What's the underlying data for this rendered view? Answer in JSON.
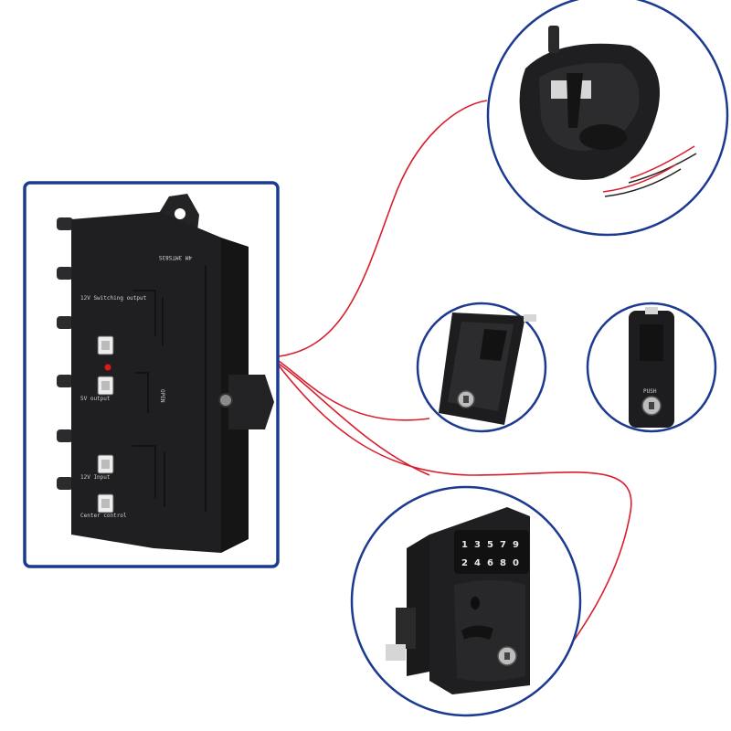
{
  "controller": {
    "labels": {
      "switching_output": "12V Switching output",
      "sensor_output": "5V output",
      "input": "12V Input",
      "control": "Center control",
      "model": "4M 3MTS83S",
      "open": "OPEN",
      "push": "PUSH"
    }
  },
  "keypad": {
    "row1": [
      "1",
      "3",
      "5",
      "7",
      "9"
    ],
    "row2": [
      "2",
      "4",
      "6",
      "8",
      "0"
    ]
  },
  "colors": {
    "frame_blue": "#1c3a8f",
    "wire_red": "#d81e2d",
    "body_black": "#1d1d1f"
  }
}
